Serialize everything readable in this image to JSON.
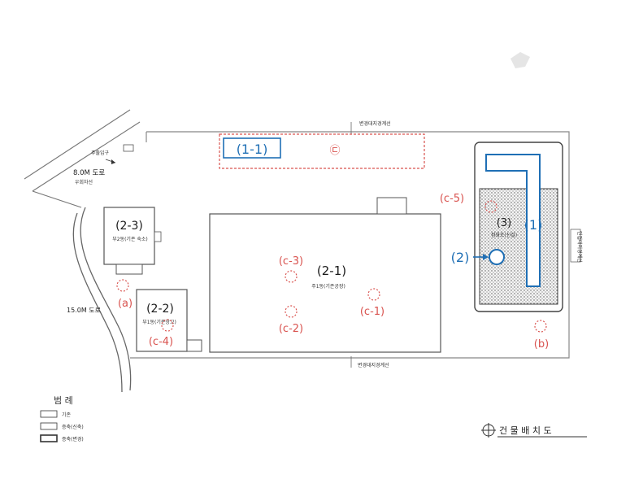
{
  "plan_title": "건 물 배 치 도",
  "roads": {
    "road_8m": "8.0M 도로",
    "road_8m_sub": "우회차선",
    "road_15m": "15.0M 도로",
    "top_boundary": "변경대지경계선",
    "bottom_boundary": "변경대지경계선",
    "left_top_note": "주출입구",
    "right_side_label": "인접대지경계선"
  },
  "labels": {
    "l11": "(1-1)",
    "circled_c": "㉢",
    "l21": "(2-1)",
    "l21_sub": "주1동(기존공장)",
    "l22": "(2-2)",
    "l22_sub": "부1동(기존창고)",
    "l23": "(2-3)",
    "l23_sub": "부2동(기존 숙소)",
    "l3": "(3)",
    "l3_sub": "정화조(신설)",
    "l1": "(1)",
    "l2": "(2)",
    "c1": "(c-1)",
    "c2": "(c-2)",
    "c3": "(c-3)",
    "c4": "(c-4)",
    "c5": "(c-5)",
    "a": "(a)",
    "b": "(b)"
  },
  "legend": {
    "title": "범 례",
    "items": [
      "기존",
      "증축(신축)",
      "증축(변경)"
    ]
  },
  "colors": {
    "annotation_red": "#d9534f",
    "annotation_blue": "#1f6fb5",
    "linework": "#555555"
  }
}
